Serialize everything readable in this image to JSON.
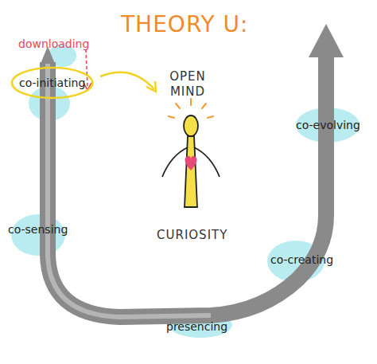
{
  "diagram": {
    "title": "THEORY U:",
    "nodes": [
      {
        "text": [
          "co-initiating"
        ]
      },
      {
        "text": [
          "co-evolving"
        ]
      },
      {
        "text": [
          "co-sensing"
        ]
      },
      {
        "text": [
          "co-creating"
        ]
      },
      {
        "text": [
          "presencing"
        ]
      }
    ],
    "edges": [],
    "labels": [
      "downloading",
      "OPEN MIND",
      "CURIOSITY"
    ]
  }
}
